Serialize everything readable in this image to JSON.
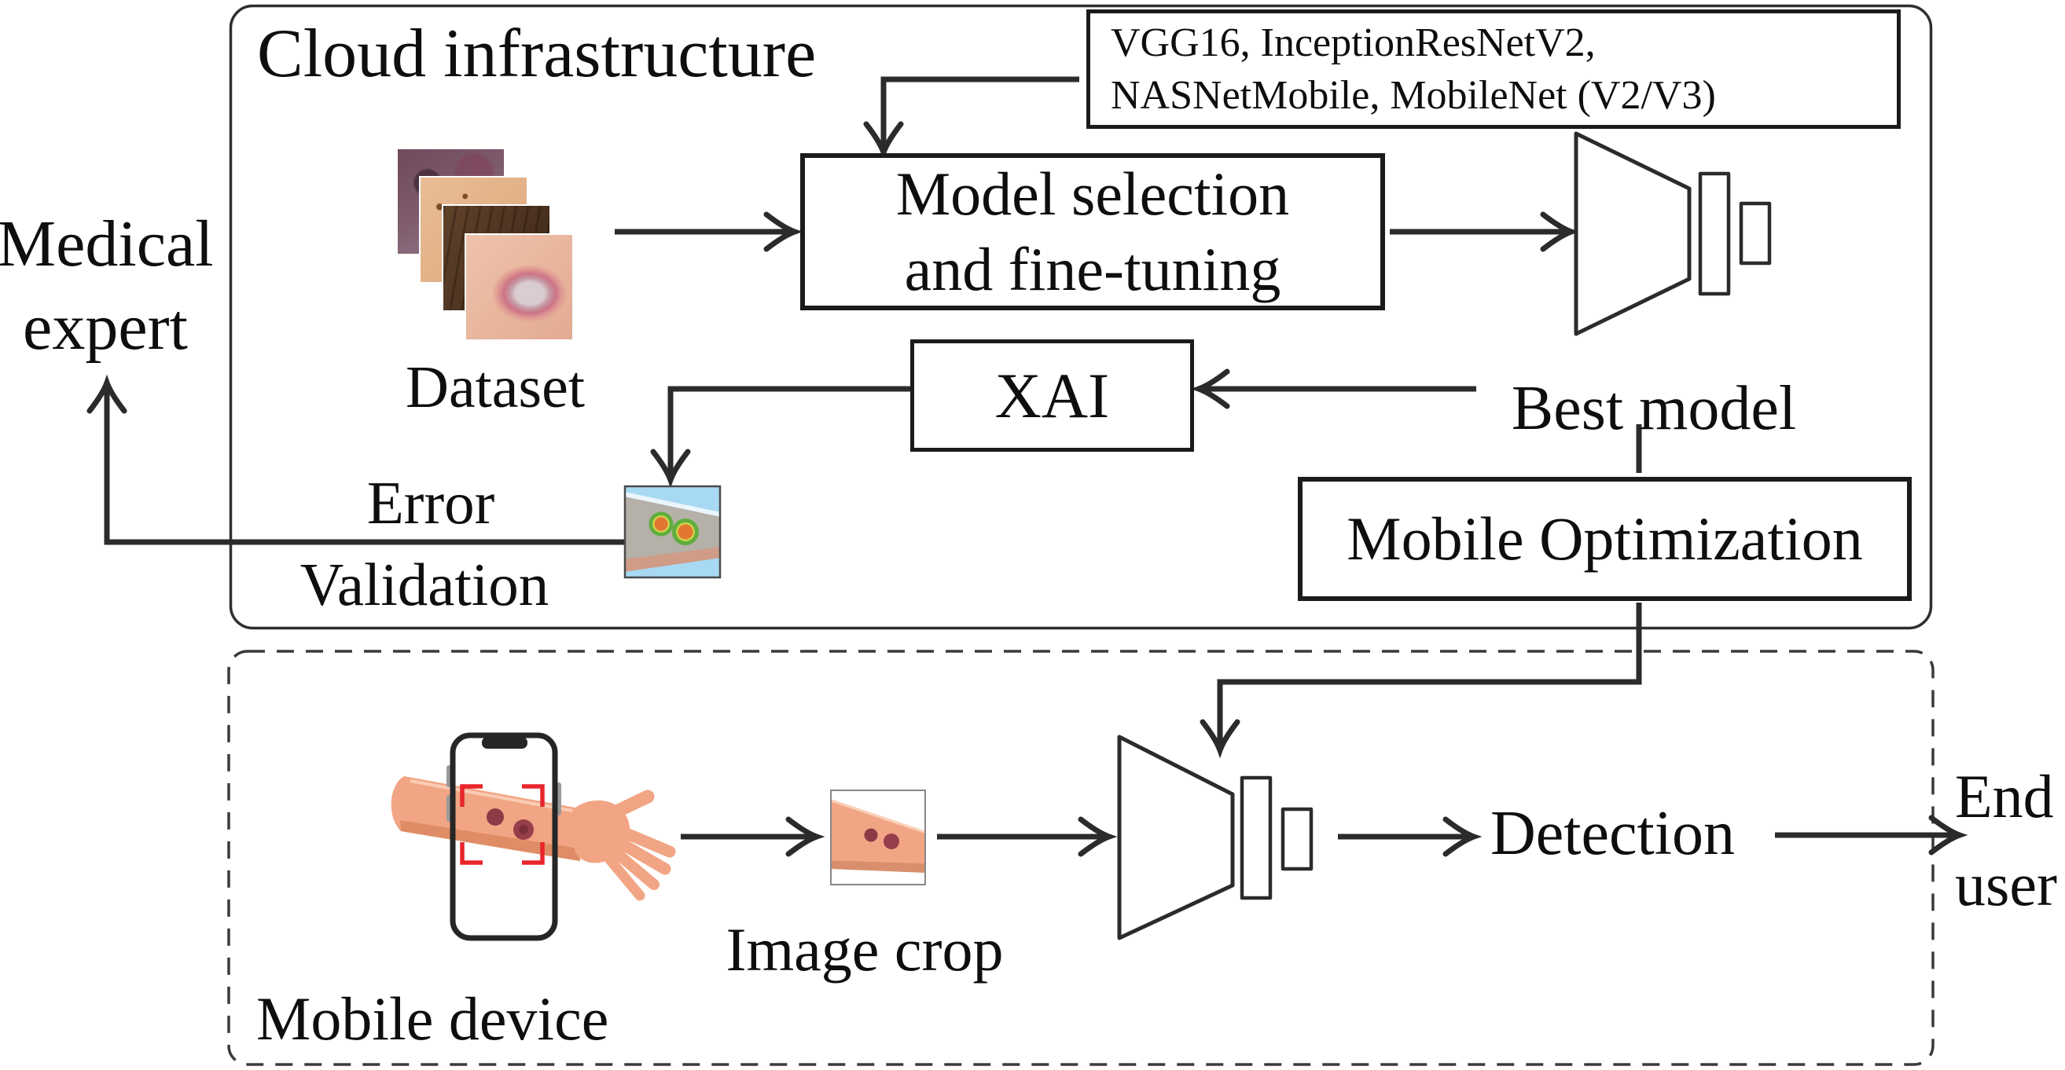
{
  "figure": {
    "type": "flowchart-diagram",
    "colors": {
      "line": "#2b2b2b",
      "box_border": "#1b1b1b",
      "crop_bracket_red": "#e8252b",
      "skin": "#f2a584",
      "skin_shadow": "#df8d66",
      "lesion_dark": "#8c3a46",
      "heatmap_green": "#5fae3d",
      "heatmap_orange": "#e2762f",
      "heatmap_sky_blue": "#a8d9f2",
      "heatmap_arm_gray": "#b5b0a8",
      "heatmap_stripe_salmon": "#cf9c88"
    },
    "cloud": {
      "title": "Cloud infrastructure",
      "models_box": {
        "line1": "VGG16, InceptionResNetV2,",
        "line2": "NASNetMobile, MobileNet (V2/V3)"
      },
      "dataset_label": "Dataset",
      "model_selection": {
        "line1": "Model selection",
        "line2": "and fine-tuning"
      },
      "best_model_label": "Best model",
      "xai_label": "XAI",
      "error_validation": {
        "line1": "Error",
        "line2": "Validation"
      },
      "mobile_optimization_label": "Mobile Optimization"
    },
    "mobile": {
      "title": "Mobile device",
      "image_crop_label": "Image crop",
      "detection_label": "Detection"
    },
    "actors": {
      "medical_expert": {
        "line1": "Medical",
        "line2": "expert"
      },
      "end_user": {
        "line1": "End",
        "line2": "user"
      }
    }
  }
}
